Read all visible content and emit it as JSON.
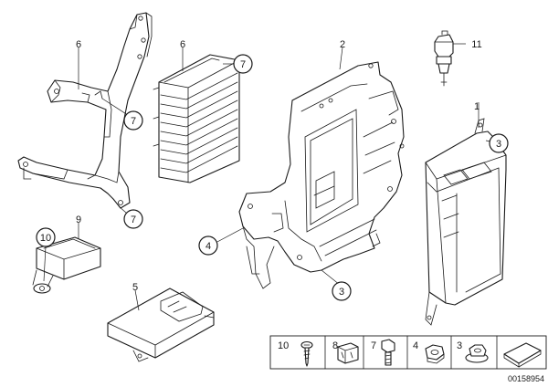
{
  "callouts": {
    "c6a": "6",
    "c6b": "6",
    "c7a": "7",
    "c7b": "7",
    "c7c": "7",
    "c2": "2",
    "c11": "11",
    "c1": "1",
    "c3a": "3",
    "c3b": "3",
    "c4": "4",
    "c9": "9",
    "c10": "10",
    "c5": "5"
  },
  "legend": {
    "items": [
      "10",
      "8",
      "7",
      "4",
      "3"
    ]
  },
  "reference_number": "00158954"
}
